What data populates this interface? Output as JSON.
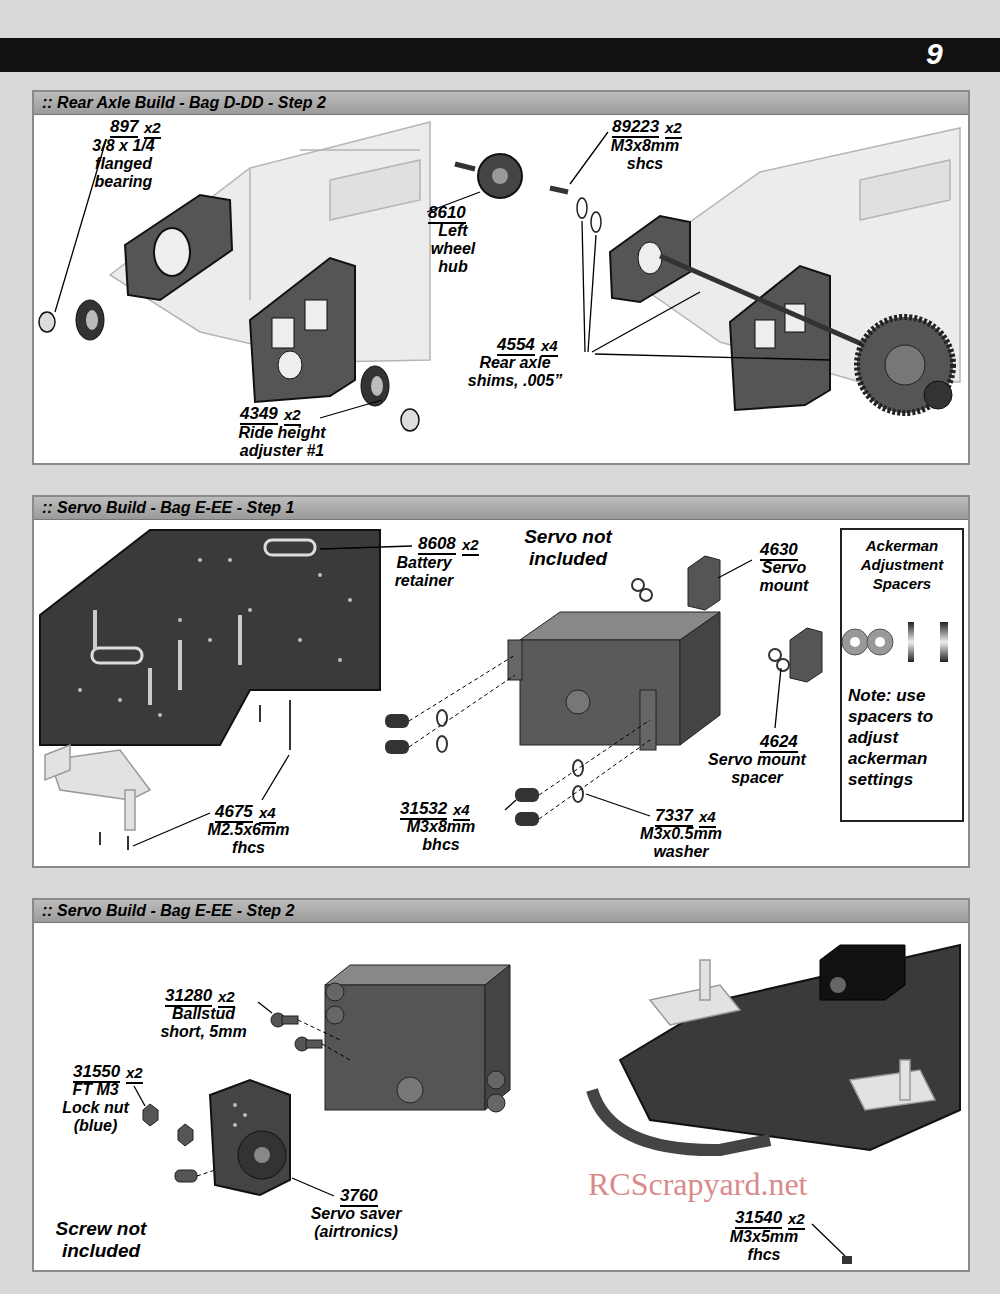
{
  "diagram": {
    "nodes": [
      {
        "text": [
          ":: Rear Axle Build - Bag D-DD - Step 2"
        ]
      },
      {
        "text": [
          ":: Servo Build - Bag E-EE - Step 1"
        ]
      },
      {
        "text": [
          "Ackerman Adjustment Spacers",
          "Note: use spacers to adjust ackerman settings"
        ],
        "in": 1
      },
      {
        "text": [
          ":: Servo Build - Bag E-EE - Step 2"
        ]
      }
    ],
    "labels": [
      "9",
      "897",
      "x2",
      "3/8 x 1/4 flanged bearing",
      "89223",
      "x2",
      "M3x8mm shcs",
      "8610",
      "Left wheel hub",
      "4554",
      "x4",
      "Rear axle shims, .005”",
      "4349",
      "x2",
      "Ride height adjuster #1",
      "8608",
      "x2",
      "Battery retainer",
      "Servo not included",
      "4630",
      "Servo mount",
      "4624",
      "Servo mount spacer",
      "31532",
      "x4",
      "M3x8mm bhcs",
      "7337",
      "x4",
      "M3x0.5mm washer",
      "4675",
      "x4",
      "M2.5x6mm fhcs",
      "31280",
      "x2",
      "Ballstud short, 5mm",
      "31550",
      "x2",
      "FT M3 Lock nut (blue)",
      "3760",
      "Servo saver (airtronics)",
      "Screw not included",
      "31540",
      "x2",
      "M3x5mm fhcs",
      "RCScrapyard.net"
    ]
  }
}
